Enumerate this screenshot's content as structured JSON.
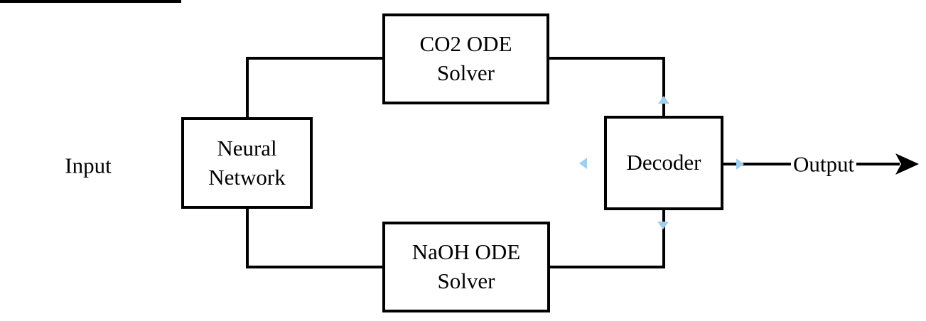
{
  "diagram": {
    "nodes": {
      "neural_network": {
        "label": "Neural\nNetwork"
      },
      "co2_ode_solver": {
        "label": "CO2 ODE\nSolver"
      },
      "naoh_ode_solver": {
        "label": "NaOH ODE\nSolver"
      },
      "decoder": {
        "label": "Decoder"
      }
    },
    "edge_labels": {
      "input": "Input",
      "output": "Output"
    },
    "colors": {
      "stroke": "#000000",
      "node_fill": "#ffffff",
      "background": "#ffffff",
      "direction_arrow_blue": "#9fcfed"
    },
    "icons": {
      "output_arrowhead": "filled-right-arrowhead",
      "decoder_direction_arrows": [
        "up",
        "left",
        "right",
        "down"
      ]
    }
  }
}
